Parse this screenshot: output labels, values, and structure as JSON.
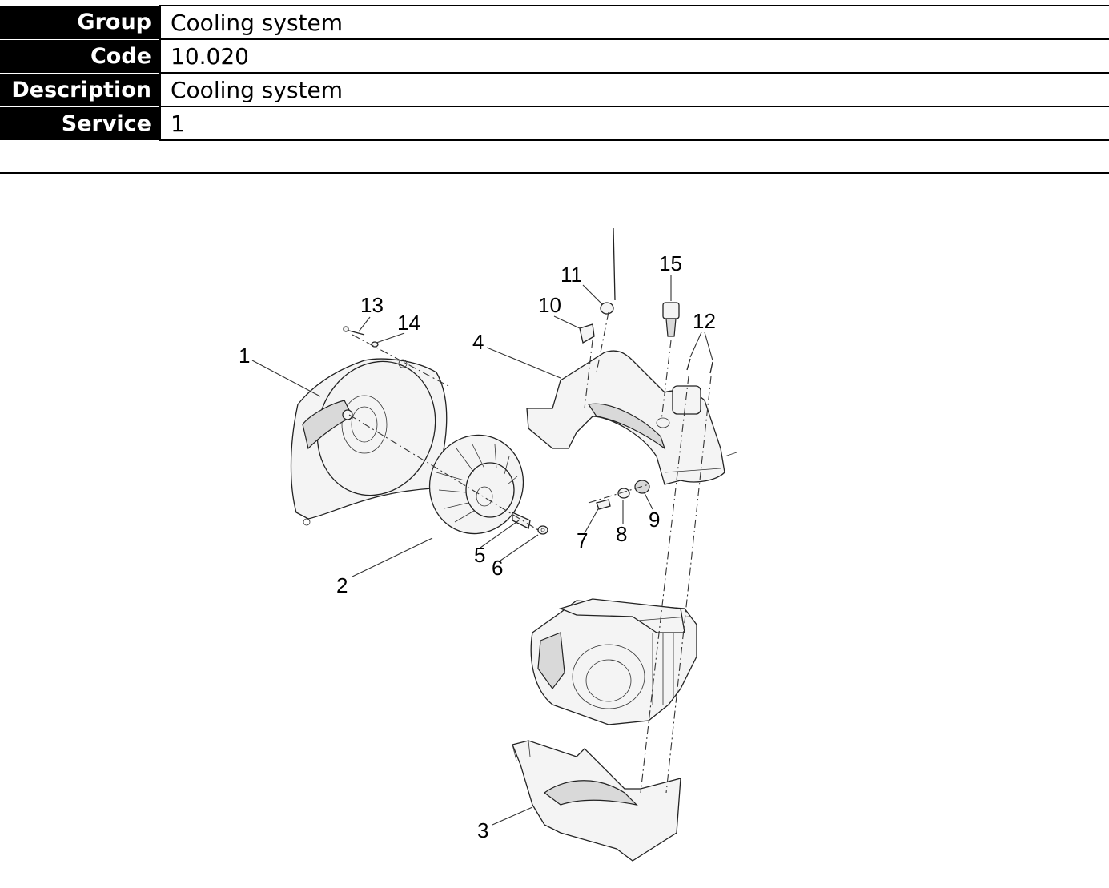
{
  "info": {
    "rows": [
      {
        "label": "Group",
        "value": "Cooling system"
      },
      {
        "label": "Code",
        "value": "10.020"
      },
      {
        "label": "Description",
        "value": "Cooling system"
      },
      {
        "label": "Service",
        "value": "1"
      }
    ]
  },
  "diagram": {
    "callouts": [
      "1",
      "2",
      "3",
      "4",
      "5",
      "6",
      "7",
      "8",
      "9",
      "10",
      "11",
      "12",
      "13",
      "14",
      "15"
    ]
  }
}
